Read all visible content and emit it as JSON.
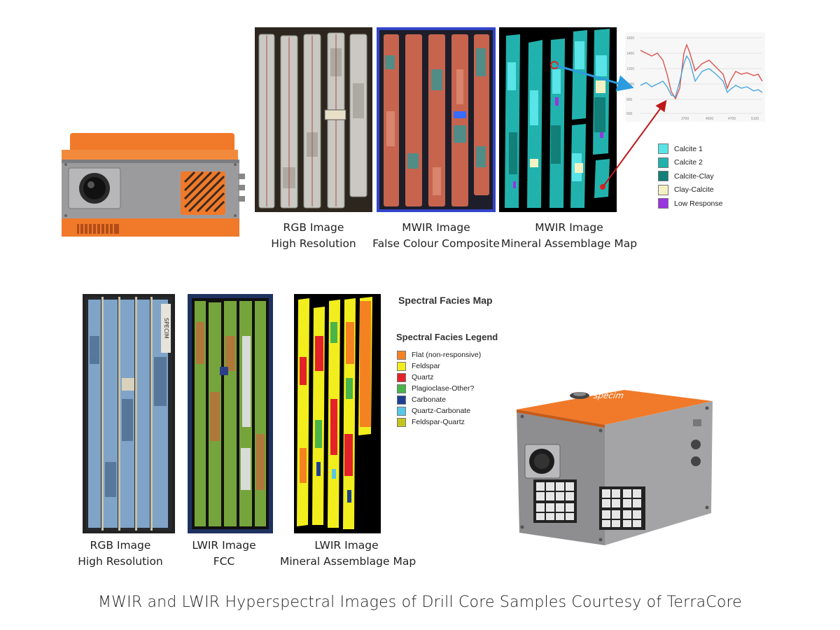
{
  "top_row": {
    "captions": [
      {
        "line1": "RGB Image",
        "line2": "High Resolution"
      },
      {
        "line1": "MWIR Image",
        "line2": "False Colour Composite"
      },
      {
        "line1": "MWIR Image",
        "line2": "Mineral Assemblage Map"
      }
    ],
    "chart": {
      "y_ticks": [
        "1600",
        "1400",
        "1200",
        "1000",
        "800",
        "600"
      ],
      "x_ticks": [
        "3700",
        "4000",
        "4700",
        "5100"
      ]
    },
    "legend": [
      {
        "label": "Calcite 1",
        "color": "#59e4e8"
      },
      {
        "label": "Calcite 2",
        "color": "#22b2ad"
      },
      {
        "label": "Calcite-Clay",
        "color": "#127f79"
      },
      {
        "label": "Clay-Calcite",
        "color": "#f4f1c4"
      },
      {
        "label": "Low Response",
        "color": "#9a33e0"
      }
    ]
  },
  "bottom_row": {
    "captions": [
      {
        "line1": "RGB Image",
        "line2": "High Resolution"
      },
      {
        "line1": "LWIR Image",
        "line2": "FCC"
      },
      {
        "line1": "LWIR Image",
        "line2": "Mineral Assemblage Map"
      }
    ],
    "facies_title": "Spectral Facies Map",
    "legend_title": "Spectral Facies Legend",
    "legend": [
      {
        "label": "Flat (non-responsive)",
        "color": "#f58220"
      },
      {
        "label": "Feldspar",
        "color": "#f2ee1d"
      },
      {
        "label": "Quartz",
        "color": "#e3222a"
      },
      {
        "label": "Plagioclase-Other?",
        "color": "#49b549"
      },
      {
        "label": "Carbonate",
        "color": "#1d3f93"
      },
      {
        "label": "Quartz-Carbonate",
        "color": "#58c7e6"
      },
      {
        "label": "Feldspar-Quartz",
        "color": "#c3c51f"
      }
    ],
    "core_label": "SPECIM"
  },
  "camera_bottom": {
    "brand": "specim"
  },
  "footer": "MWIR and LWIR Hyperspectral Images of Drill Core Samples Courtesy of TerraCore"
}
